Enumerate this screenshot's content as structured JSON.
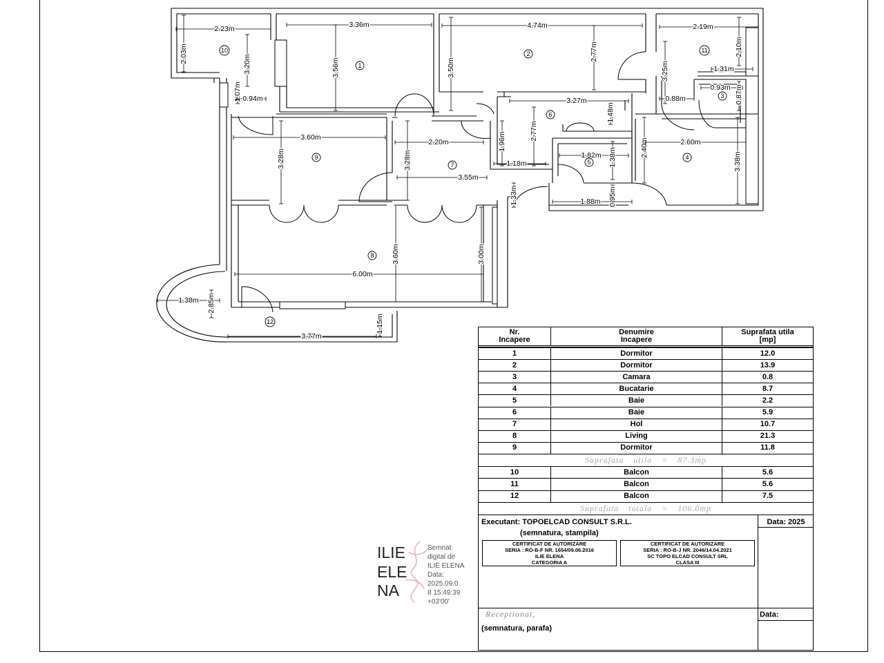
{
  "floor_plan": {
    "dimensions": [
      "2.23m",
      "2.03m",
      "3.20m",
      "3.36m",
      "3.56m",
      "3.50m",
      "4.74m",
      "2.77m",
      "2.19m",
      "2,10m",
      "3.25m",
      "1.31m",
      "1.07m",
      "0.94m",
      "3.27m",
      "1.48m",
      "0.88m",
      "0.93m",
      "0.87m",
      "3.60m",
      "3.28m",
      "2.20m",
      "1.96m",
      "2.77m",
      "1.18m",
      "1.82m",
      "1.38m",
      "2.40m",
      "2.60m",
      "3.38m",
      "3.28m",
      "3.55m",
      "1.33m",
      "0.95m",
      "1.88m",
      "3.60m",
      "3.00m",
      "6.00m",
      "1.38m",
      "2.85m",
      "3.77m",
      "1.15m"
    ],
    "room_numbers": [
      "1",
      "2",
      "3",
      "4",
      "5",
      "6",
      "7",
      "8",
      "9",
      "10",
      "11",
      "12"
    ]
  },
  "table": {
    "headers": [
      [
        "Nr.",
        "Incapere"
      ],
      [
        "Denumire",
        "Incapere"
      ],
      [
        "Suprafata utila",
        "[mp]"
      ]
    ],
    "rooms": [
      {
        "nr": "1",
        "name": "Dormitor",
        "area": "12.0"
      },
      {
        "nr": "2",
        "name": "Dormitor",
        "area": "13.9"
      },
      {
        "nr": "3",
        "name": "Camara",
        "area": "0.8"
      },
      {
        "nr": "4",
        "name": "Bucatarie",
        "area": "8.7"
      },
      {
        "nr": "5",
        "name": "Baie",
        "area": "2.2"
      },
      {
        "nr": "6",
        "name": "Baie",
        "area": "5.9"
      },
      {
        "nr": "7",
        "name": "Hol",
        "area": "10.7"
      },
      {
        "nr": "8",
        "name": "Living",
        "area": "21.3"
      },
      {
        "nr": "9",
        "name": "Dormitor",
        "area": "11.8"
      }
    ],
    "subtotal": "Suprafata utila = 87.3mp",
    "balconies": [
      {
        "nr": "10",
        "name": "Balcon",
        "area": "5.6"
      },
      {
        "nr": "11",
        "name": "Balcon",
        "area": "5.6"
      },
      {
        "nr": "12",
        "name": "Balcon",
        "area": "7.5"
      }
    ],
    "total": "Suprafata totala = 106.0mp",
    "executant": "Executant: TOPOELCAD CONSULT S.R.L.",
    "executant_date": "Data: 2025",
    "executant_signature": "(semnatura, stampila)",
    "certificates": [
      {
        "title": "CERTIFICAT DE AUTORIZARE",
        "series": "SERIA : RO-B-F NR. 1654/09.06.2016",
        "holder": "ILIE ELENA",
        "category": "CATEGORIA A"
      },
      {
        "title": "CERTIFICAT DE AUTORIZARE",
        "series": "SERIA : RO-B-J NR. 2046/14.04.2021",
        "holder": "SC TOPO ELCAD CONSULT SRL",
        "category": "CLASA III"
      }
    ],
    "received": "Receptionat,",
    "received_date": "Data:",
    "received_signature": "(semnatura, parafa)"
  },
  "digital_signature": {
    "name_lines": [
      "ILIE",
      "ELE",
      "NA"
    ],
    "details": [
      "Semnat",
      "digital de",
      "ILIE ELENA",
      "Data:",
      "2025.09.0",
      "8 15:49:39",
      "+03'00'"
    ]
  }
}
